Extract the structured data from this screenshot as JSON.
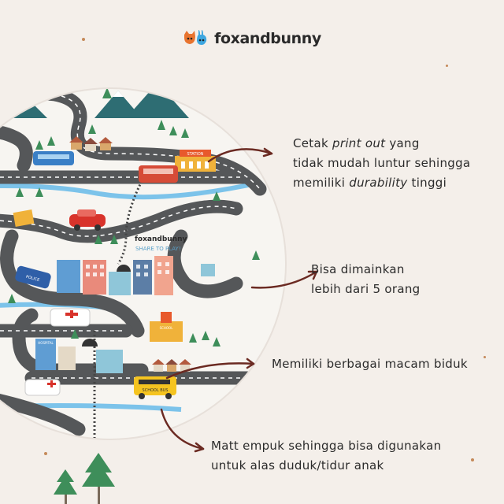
{
  "brand": {
    "logo_text": "foxandbunny",
    "mat_logo_text": "foxandbunny",
    "mat_tagline": "SHARE TO PLAY!"
  },
  "callouts": [
    {
      "id": "print",
      "line1_a": "Cetak ",
      "line1_i": "print out",
      "line1_b": " yang",
      "line2": "tidak mudah luntur sehingga",
      "line3_a": "memiliki ",
      "line3_i": "durability",
      "line3_b": " tinggi"
    },
    {
      "id": "players",
      "line1": "Bisa dimainkan",
      "line2": "lebih dari 5 orang"
    },
    {
      "id": "vehicles",
      "line1": "Memiliki berbagai macam biduk"
    },
    {
      "id": "soft",
      "line1": "Matt empuk sehingga bisa digunakan",
      "line2": "untuk alas duduk/tidur anak"
    }
  ],
  "mat_labels": {
    "station": "STATION",
    "police": "POLICE",
    "school_bus": "SCHOOL BUS",
    "hospital": "HOSPITAL",
    "school": "SCHOOL"
  },
  "colors": {
    "background": "#f4efea",
    "road": "#555759",
    "water": "#7cc3ea",
    "arrow": "#6b2a22",
    "tree": "#3e8e5a",
    "mountain": "#2e6d73"
  }
}
